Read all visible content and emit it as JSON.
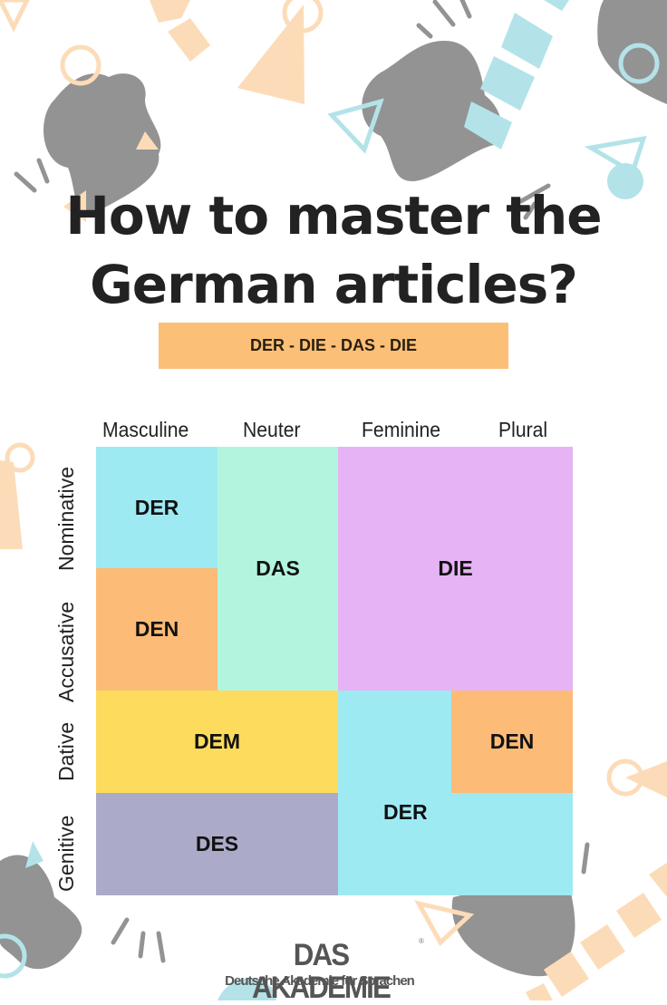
{
  "title": {
    "line1": "How to master the",
    "line2": "German articles?"
  },
  "banner": {
    "text": "DER - DIE - DAS - DIE",
    "color": "#fcbf77"
  },
  "columns": [
    "Masculine",
    "Neuter",
    "Feminine",
    "Plural"
  ],
  "rows": [
    "Nominative",
    "Accusative",
    "Dative",
    "Genitive"
  ],
  "cells": [
    {
      "label": "DER",
      "case": "Nominative",
      "genders": "Masculine",
      "color": "#9eeaf3"
    },
    {
      "label": "DEN",
      "case": "Accusative",
      "genders": "Masculine",
      "color": "#fcbb77"
    },
    {
      "label": "DAS",
      "case": "Nominative, Accusative",
      "genders": "Neuter",
      "color": "#b2f5df"
    },
    {
      "label": "DIE",
      "case": "Nominative, Accusative",
      "genders": "Feminine, Plural",
      "color": "#e6b3f5"
    },
    {
      "label": "DEM",
      "case": "Dative",
      "genders": "Masculine, Neuter",
      "color": "#fddb5c"
    },
    {
      "label": "DEN",
      "case": "Dative",
      "genders": "Plural",
      "color": "#fcbb77"
    },
    {
      "label": "DER",
      "case": "Dative (Feminine), Genitive (Feminine, Plural)",
      "genders": "Feminine, Plural",
      "color": "#9eeaf3"
    },
    {
      "label": "DES",
      "case": "Genitive",
      "genders": "Masculine, Neuter",
      "color": "#abaac9"
    }
  ],
  "logo": {
    "name": "DAS AKADEMIE",
    "registered": "®",
    "tagline": "Deutsche Akademie für Sprachen"
  }
}
